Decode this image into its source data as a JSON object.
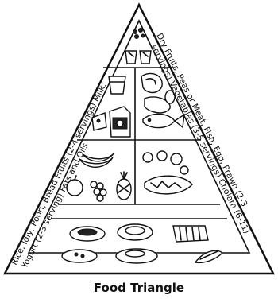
{
  "caption": "Food Triangle",
  "labels": {
    "left_side": "Rice, Idly, Poori, Bread  Fruits (2-4 servings)  Milk,",
    "left_side_line2": "Yogurt (2-3 serving)   Fats and Oils",
    "right_side": "Dry Fruits, Peas or Meat, Fish, Egg, Prawn (2-3",
    "right_side_line2": "servings) Vegetables (3-5 servings)  Cholam (6-11)"
  },
  "tiers": [
    {
      "name": "fats-oils",
      "icons": [
        "sweets-icon",
        "cups-icon"
      ]
    },
    {
      "name": "milk-meat",
      "icons": [
        "glass-icon",
        "milk-carton-icon",
        "meat-icon",
        "fish-icon"
      ]
    },
    {
      "name": "fruits-vegetables",
      "icons": [
        "bananas-icon",
        "apple-icon",
        "grapes-icon",
        "vegetables-icon"
      ]
    },
    {
      "name": "grains",
      "icons": [
        "bread-icon",
        "rice-plate-icon",
        "idly-plate-icon",
        "cholam-icon"
      ]
    }
  ]
}
